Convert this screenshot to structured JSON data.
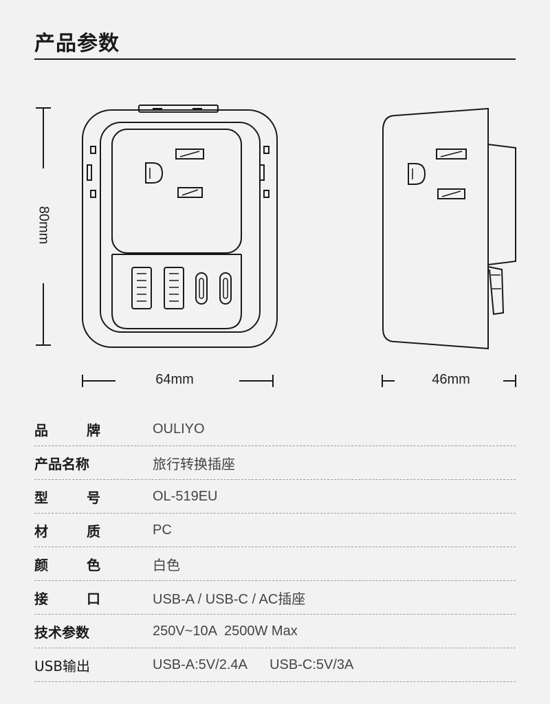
{
  "header": {
    "title": "产品参数"
  },
  "dimensions": {
    "height": "80mm",
    "width": "64mm",
    "depth": "46mm"
  },
  "specs": [
    {
      "label": [
        "品",
        "牌"
      ],
      "value": "OULIYO"
    },
    {
      "label": [
        "产品名称"
      ],
      "value": "旅行转换插座"
    },
    {
      "label": [
        "型",
        "号"
      ],
      "value": "OL-519EU"
    },
    {
      "label": [
        "材",
        "质"
      ],
      "value": "PC"
    },
    {
      "label": [
        "颜",
        "色"
      ],
      "value": "白色"
    },
    {
      "label": [
        "接",
        "口"
      ],
      "value": "USB-A / USB-C / AC插座"
    },
    {
      "label": [
        "技术参数"
      ],
      "value": "250V~10A  2500W Max"
    },
    {
      "label": [
        "USB输出"
      ],
      "value": "USB-A:5V/2.4A      USB-C:5V/3A"
    }
  ]
}
